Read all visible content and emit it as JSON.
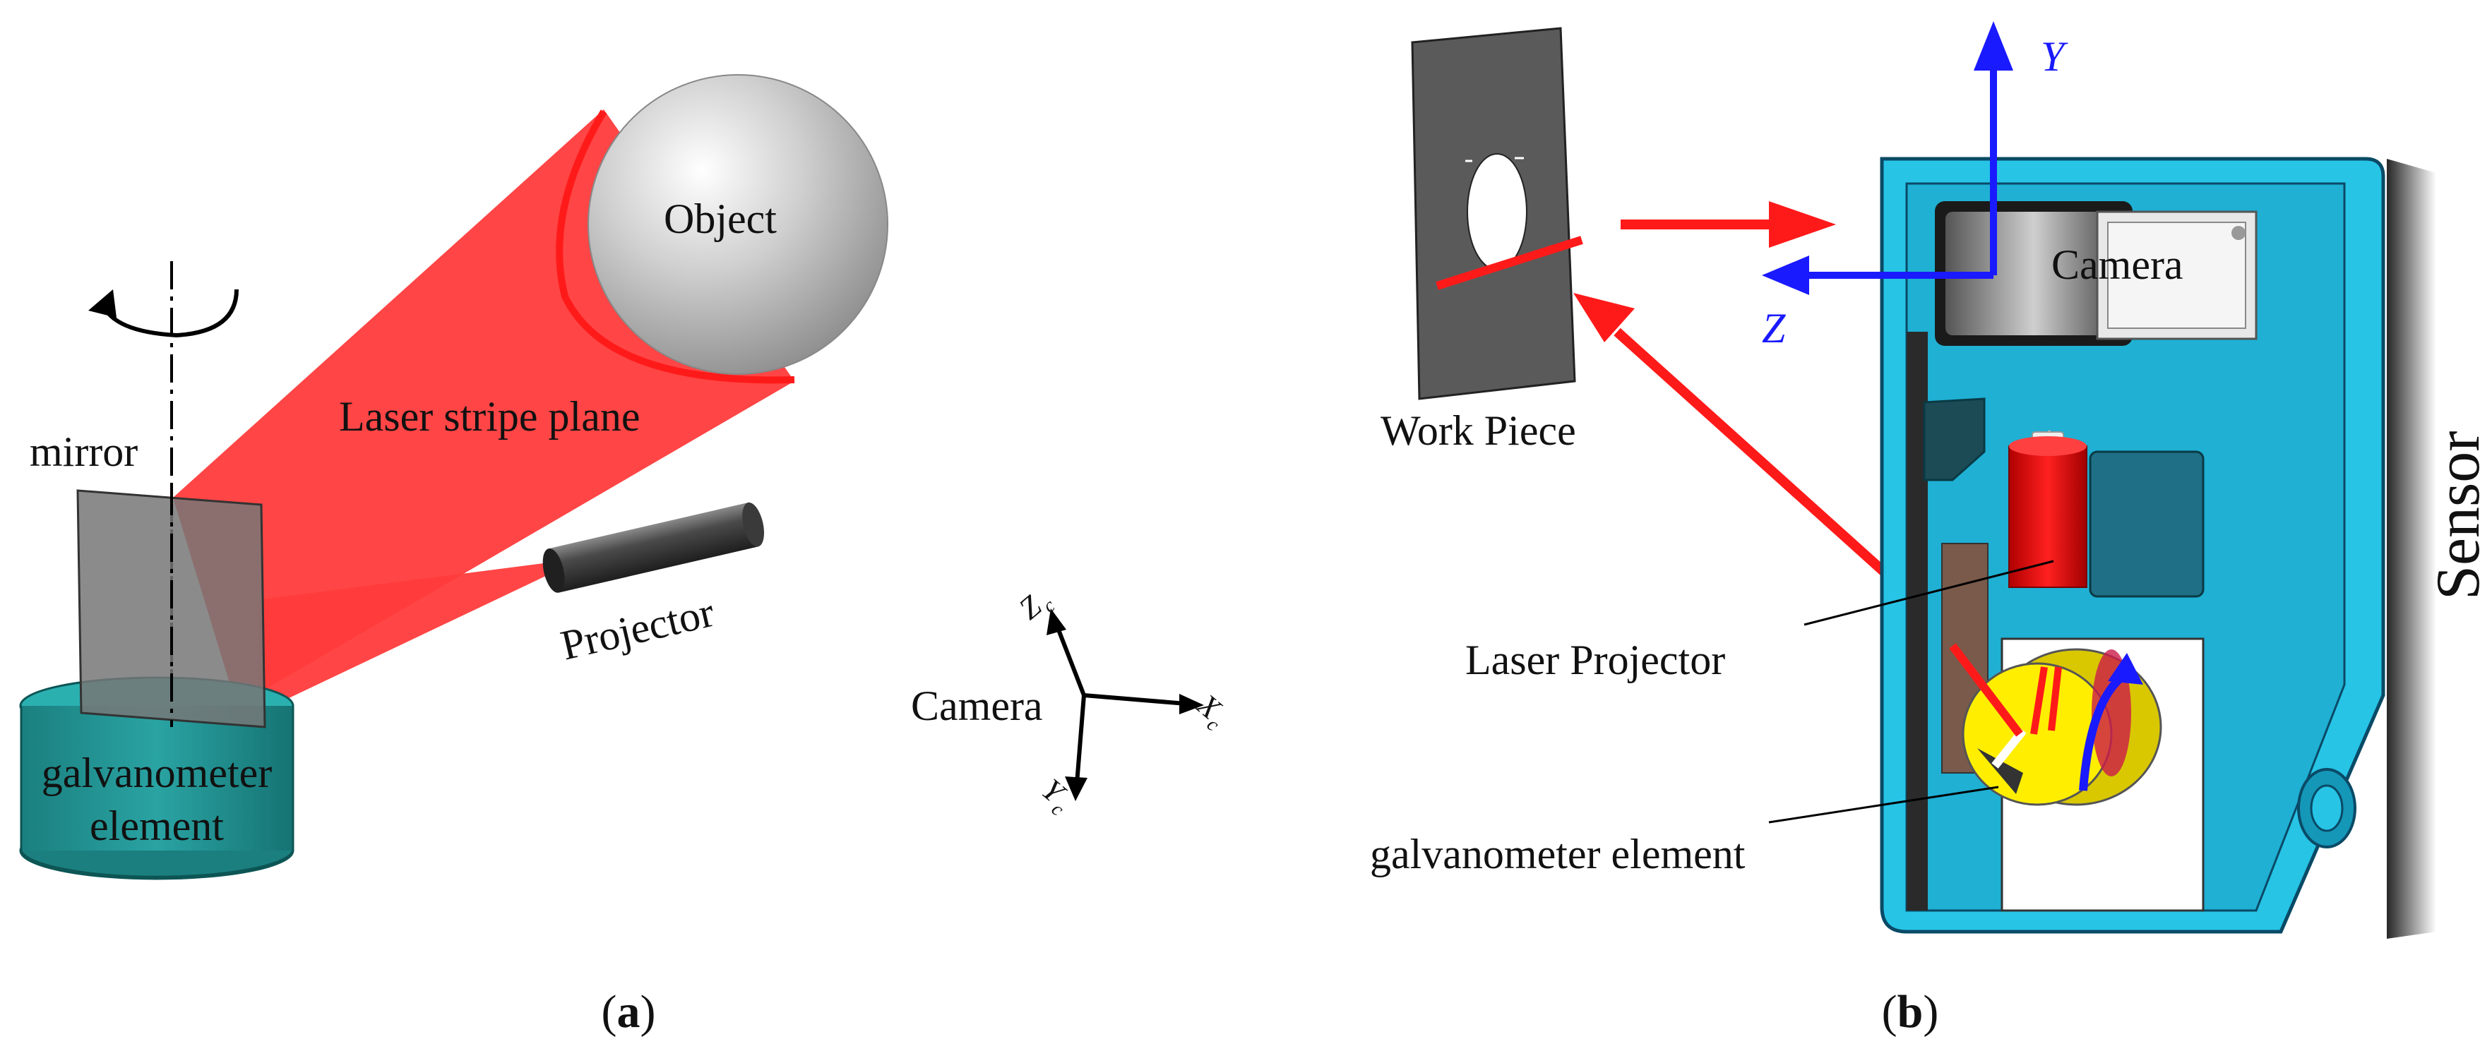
{
  "panel_a": {
    "object_label": "Object",
    "laser_plane_label": "Laser stripe plane",
    "mirror_label": "mirror",
    "projector_label": "Projector",
    "galvo_label_line1": "galvanometer",
    "galvo_label_line2": "element",
    "camera_label": "Camera",
    "axis_x": "X",
    "axis_x_sub": "c",
    "axis_y": "Y",
    "axis_y_sub": "c",
    "axis_z": "Z",
    "axis_z_sub": "c",
    "caption_open": "(",
    "caption_letter": "a",
    "caption_close": ")"
  },
  "panel_b": {
    "workpiece_label": "Work Piece",
    "camera_label": "Camera",
    "laser_projector_label": "Laser Projector",
    "galvo_label": "galvanometer element",
    "sensor_label": "Sensor",
    "axis_y": "Y",
    "axis_z": "Z",
    "caption_open": "(",
    "caption_letter": "b",
    "caption_close": ")"
  },
  "colors": {
    "laser": "#ff2a2a",
    "laser_plane": "#ff3b3b",
    "teal": "#1f8f8f",
    "housing": "#27c4e6",
    "axis_blue": "#1a1aff",
    "galvo_yellow": "#ffee00"
  }
}
